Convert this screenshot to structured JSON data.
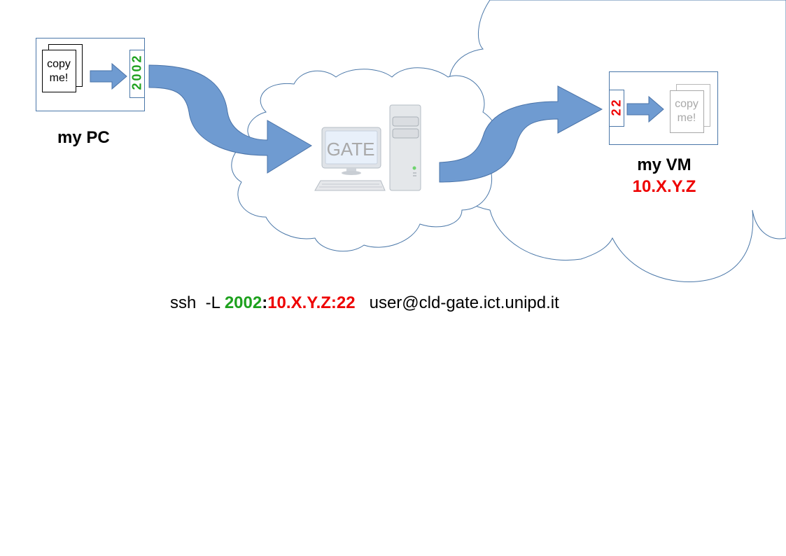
{
  "pc": {
    "label": "my PC",
    "port": "2002",
    "doc_text": "copy\nme!"
  },
  "gate": {
    "label": "GATE"
  },
  "vm": {
    "label": "my VM",
    "ip": "10.X.Y.Z",
    "port": "22",
    "doc_text": "copy\nme!"
  },
  "command": {
    "prefix": "ssh  -L ",
    "local_port": "2002",
    "colon": ":",
    "remote": "10.X.Y.Z:22",
    "suffix": "   user@cld-gate.ict.unipd.it"
  },
  "colors": {
    "arrow": "#6f9bd1",
    "arrow_stroke": "#4a73a8",
    "cloud_stroke": "#4a77a8",
    "green": "#1ea11e",
    "red": "#ee0000",
    "box_stroke": "#4a77a8"
  }
}
